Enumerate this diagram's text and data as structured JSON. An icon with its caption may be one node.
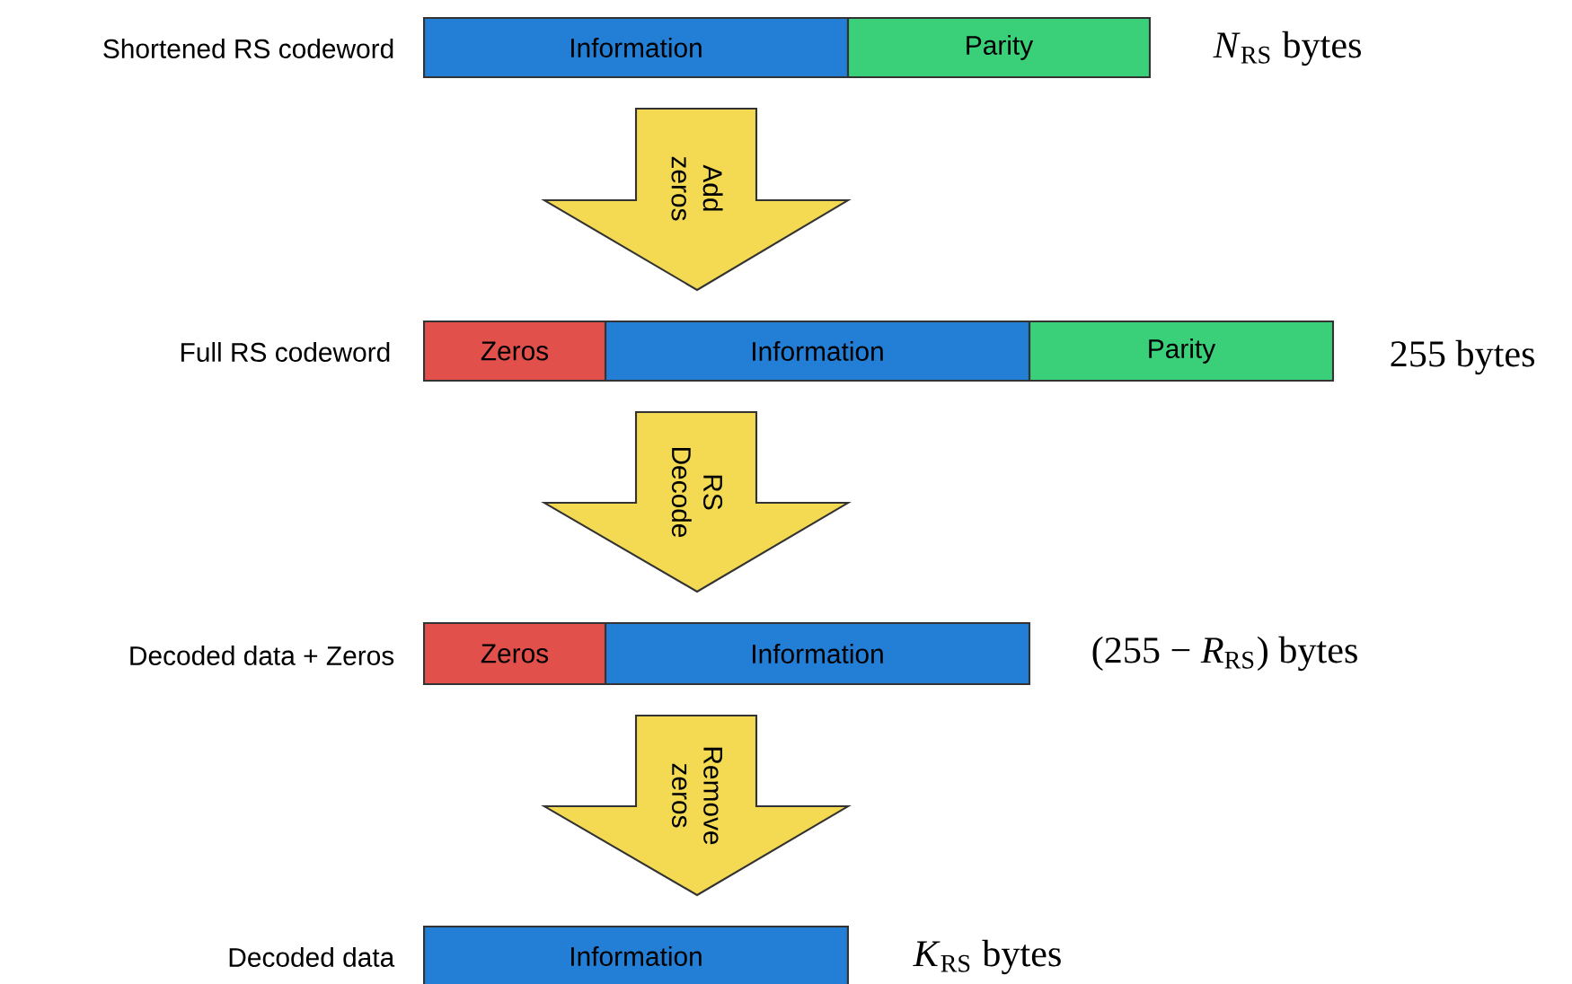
{
  "diagram": {
    "nodes": [
      {
        "text": [
          "Information"
        ]
      },
      {
        "text": [
          "Parity"
        ]
      },
      {
        "text": [
          "Zeros"
        ]
      },
      {
        "text": [
          "Information"
        ]
      },
      {
        "text": [
          "Parity"
        ]
      },
      {
        "text": [
          "Zeros"
        ]
      },
      {
        "text": [
          "Information"
        ]
      },
      {
        "text": [
          "Information"
        ]
      }
    ],
    "edges": [
      {
        "from": 0,
        "to": 3,
        "arrow": "to",
        "label": "Add zeros"
      },
      {
        "from": 3,
        "to": 6,
        "arrow": "to",
        "label": "RS Decode"
      },
      {
        "from": 6,
        "to": 7,
        "arrow": "to",
        "label": "Remove zeros"
      }
    ],
    "labels": [
      "Shortened RS codeword",
      "*N*$_{RS}$ bytes",
      "Full RS codeword",
      "255 bytes",
      "Decoded data + Zeros",
      "(255 − *R*$_{RS}$) bytes",
      "Decoded data",
      "*K*$_{RS}$ bytes"
    ]
  }
}
